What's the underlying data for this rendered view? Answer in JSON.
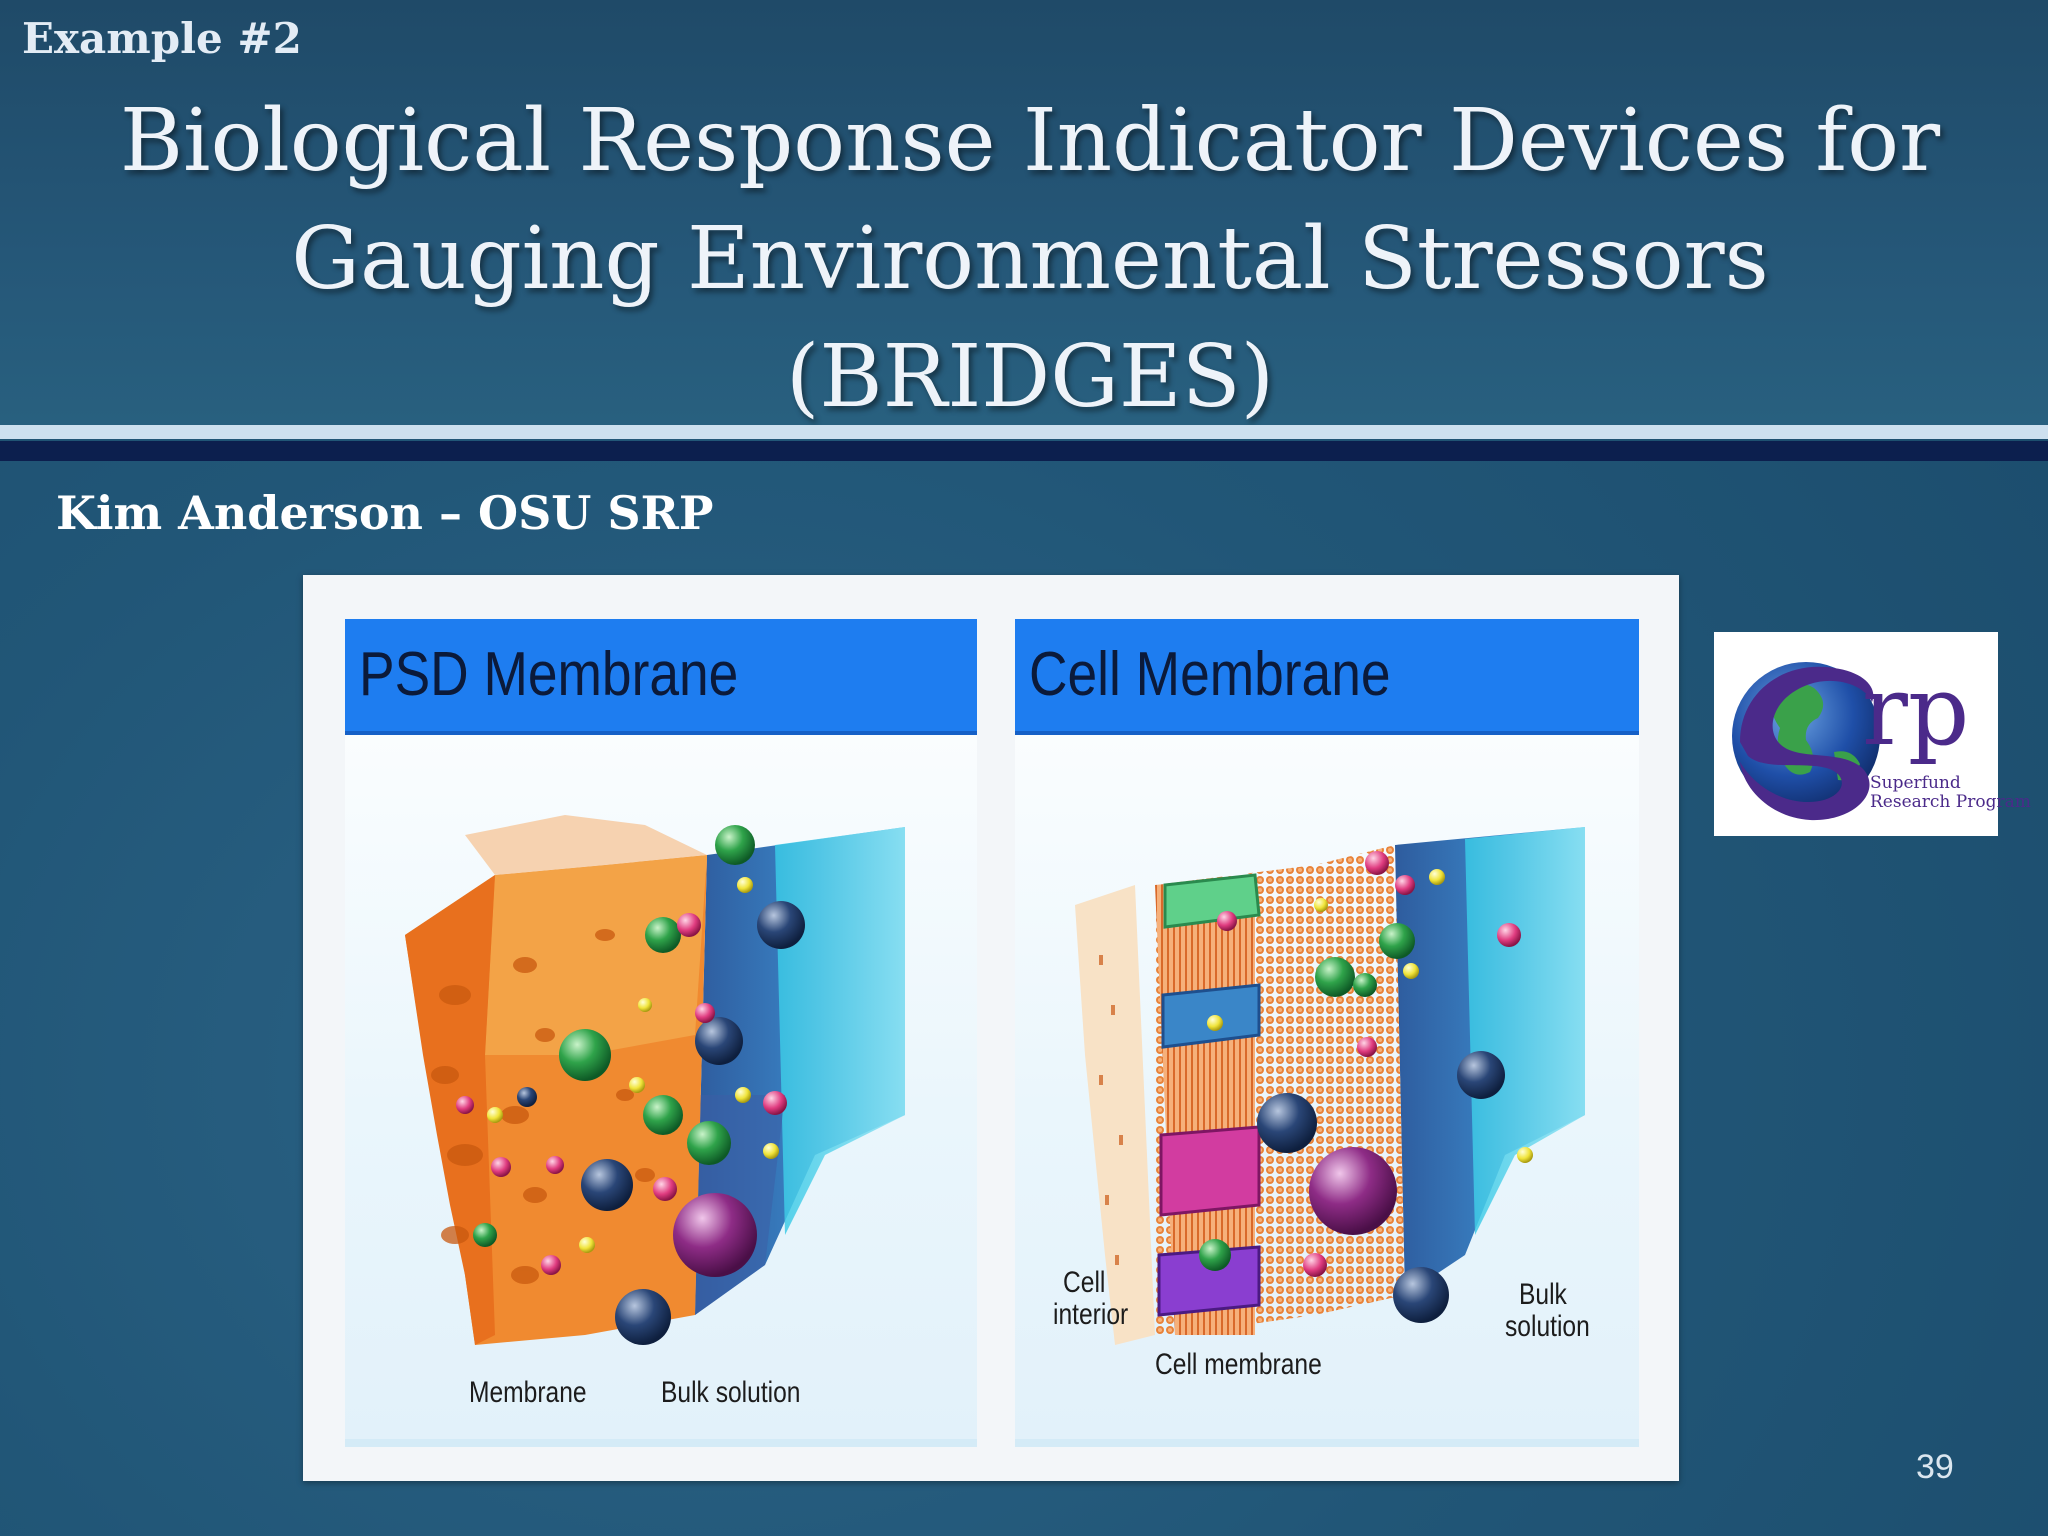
{
  "slide": {
    "example_label": "Example #2",
    "title_lines": [
      "Biological Response Indicator Devices for",
      "Gauging Environmental Stressors",
      "(BRIDGES)"
    ],
    "author": "Kim Anderson – OSU SRP",
    "page_number": "39"
  },
  "figure": {
    "left_panel": {
      "title": "PSD Membrane",
      "captions": {
        "membrane": "Membrane",
        "bulk": "Bulk solution"
      }
    },
    "right_panel": {
      "title": "Cell Membrane",
      "captions": {
        "cell_interior_line1": "Cell",
        "cell_interior_line2": "interior",
        "cell_membrane": "Cell membrane",
        "bulk_line1": "Bulk",
        "bulk_line2": "solution"
      }
    }
  },
  "logo": {
    "letters": "rp",
    "subtitle_line1": "Superfund",
    "subtitle_line2": "Research Program"
  },
  "colors": {
    "header_bar": "#1e7df0",
    "rule_light": "#cde0ef",
    "rule_dark": "#0c1f4e",
    "logo_purple": "#4b2a8a"
  }
}
